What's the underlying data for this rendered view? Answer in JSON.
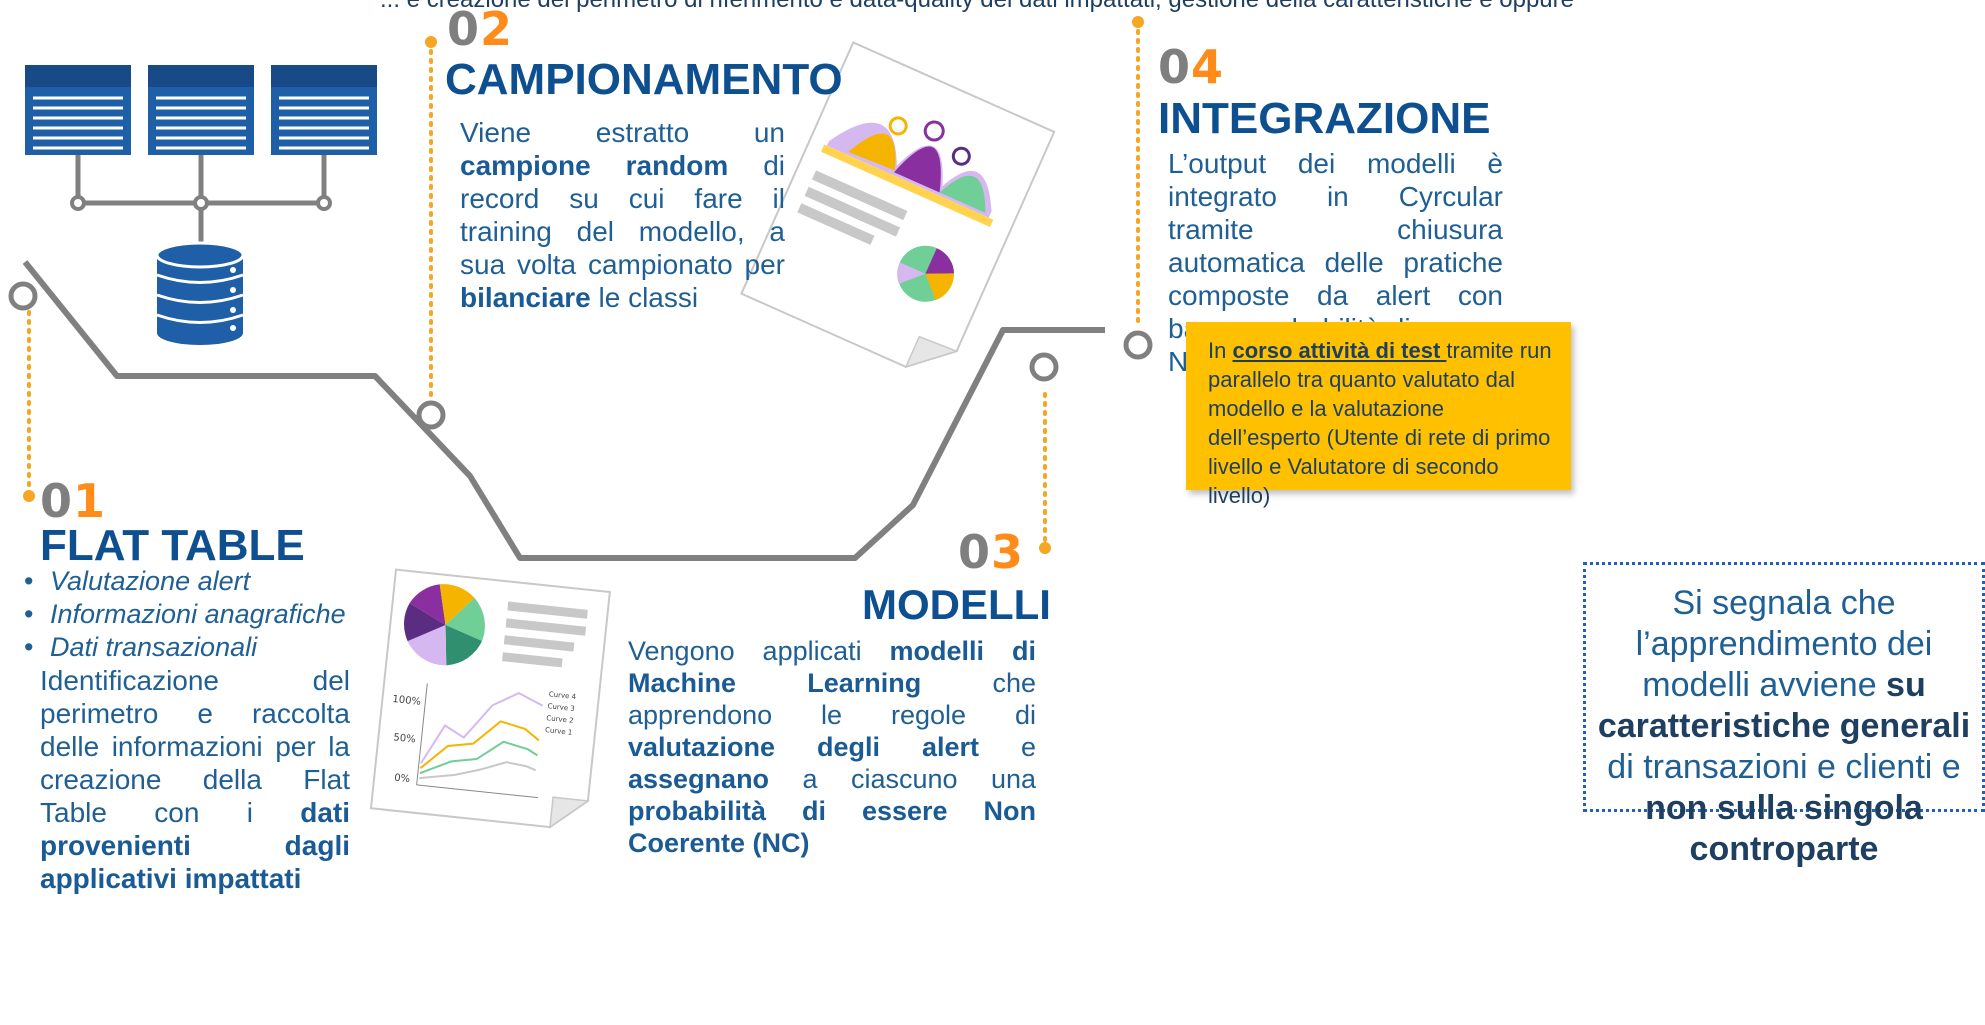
{
  "top_text": "... e creazione del perimetro di riferimento e data-quality dei dati impattati, gestione della caratteristiche e oppure",
  "steps": {
    "s1": {
      "num_a": "0",
      "num_b": "1",
      "title": "FLAT TABLE",
      "bullets": [
        "Valutazione alert",
        "Informazioni anagrafiche",
        "Dati transazionali"
      ],
      "desc_pre": "Identificazione del perimetro e raccolta delle informazioni per la creazione della Flat Table con i ",
      "desc_bold": "dati provenienti dagli applicativi impattati"
    },
    "s2": {
      "num_a": "0",
      "num_b": "2",
      "title": "CAMPIONAMENTO",
      "t1": "Viene estratto un ",
      "b1": "campione random",
      "t2": " di record su cui fare il training del modello, a sua volta campionato per ",
      "b2": "bilanciare",
      "t3": " le classi"
    },
    "s3": {
      "num_a": "0",
      "num_b": "3",
      "title": "MODELLI",
      "t1": "Vengono applicati ",
      "b1": "modelli di Machine Learning",
      "t2": " che apprendono le regole di ",
      "b2": "valutazione degli alert",
      "t3": " e ",
      "b3": "assegnano",
      "t4": " a ciascuno una ",
      "b4": "probabilità di essere Non Coerente (NC)"
    },
    "s4": {
      "num_a": "0",
      "num_b": "4",
      "title": "INTEGRAZIONE",
      "desc": "L’output dei modelli è integrato in Cyrcular tramite chiusura automatica delle pratiche composte da alert con bassa probabilità di essere NC"
    }
  },
  "note": {
    "t1": "In ",
    "b1": "corso attività di test ",
    "t2": " tramite run parallelo tra quanto valutato dal modello e la valutazione dell’esperto (Utente di rete di primo livello e Valutatore di secondo livello)"
  },
  "callout": {
    "t1": "Si segnala che l’apprendimento dei modelli avviene ",
    "b1": "su caratteristiche generali",
    "t2": " di transazioni e clienti e ",
    "b2": "non sulla singola controparte"
  },
  "chart_mini": {
    "y_labels": [
      "100%",
      "50%",
      "0%"
    ],
    "legend": [
      "Curve 4",
      "Curve 3",
      "Curve 2",
      "Curve 1"
    ]
  },
  "colors": {
    "title": "#0e4f8f",
    "text": "#1f5f94",
    "accent": "#ff8c1a",
    "note_bg": "#ffc000",
    "line": "#7f7f7f",
    "table": "#1f5fa8"
  }
}
